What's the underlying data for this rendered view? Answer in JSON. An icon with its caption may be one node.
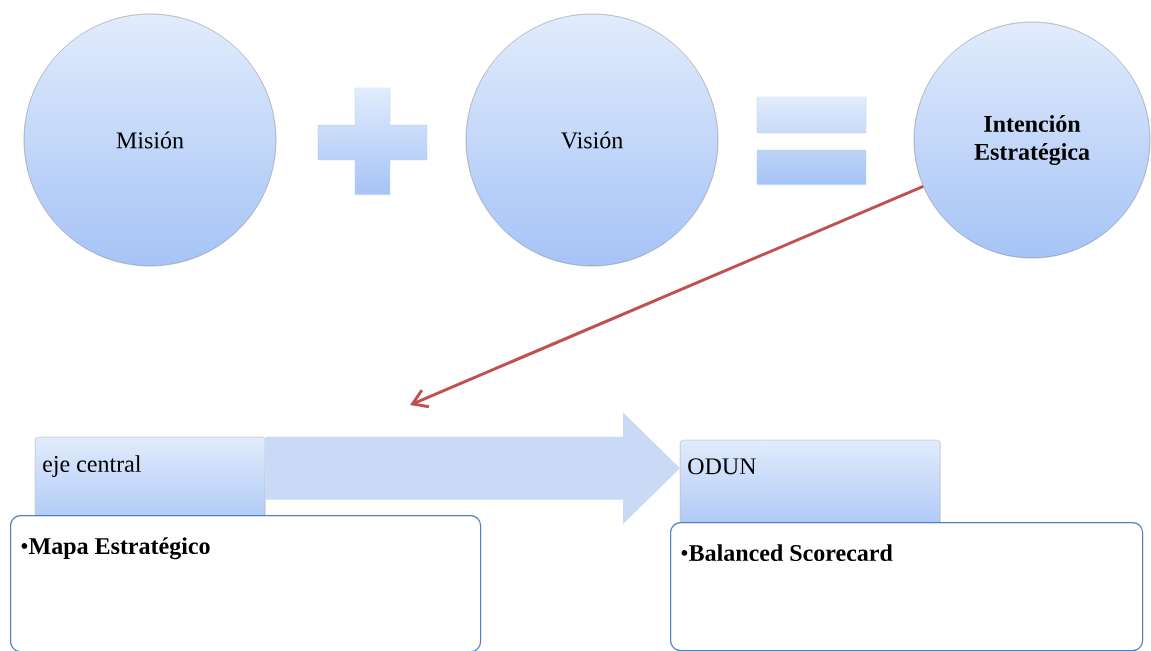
{
  "diagram": {
    "nodes": [
      {
        "text": [
          "Misión"
        ]
      },
      {
        "text": [
          "Visión"
        ]
      },
      {
        "text": [
          "Intención Estratégica"
        ]
      },
      {
        "text": [
          "eje central"
        ]
      },
      {
        "text": [
          "•**Mapa Estratégico**"
        ]
      },
      {
        "text": [
          "ODUN"
        ]
      },
      {
        "text": [
          "•**Balanced Scorecard**"
        ]
      }
    ],
    "edges": [
      {
        "from": 2,
        "to": null,
        "arrow": "to",
        "color": "#c0504d"
      },
      {
        "from": 3,
        "to": 5,
        "arrow": "to",
        "style": "thick",
        "color": "#c8daf6"
      }
    ]
  }
}
